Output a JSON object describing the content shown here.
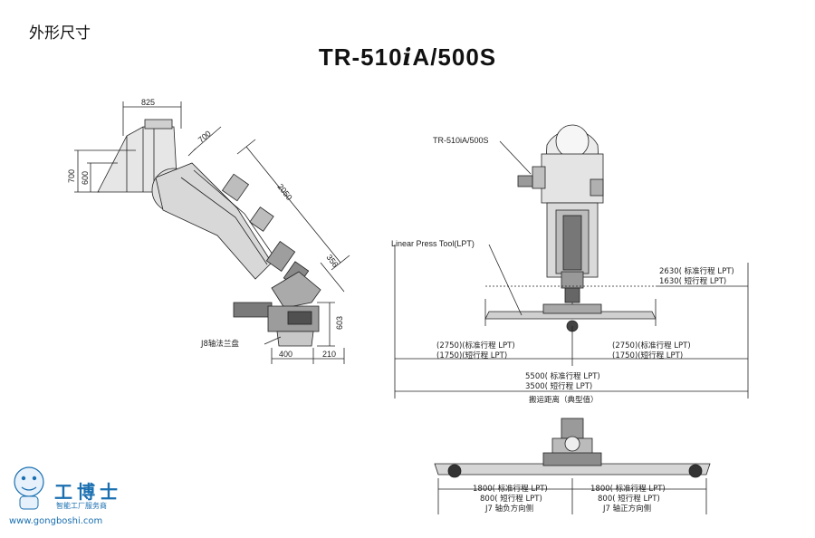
{
  "header": {
    "section_title": "外形尺寸",
    "model_prefix": "TR-510",
    "model_italic": "i",
    "model_suffix": "A/500S"
  },
  "left_view": {
    "dim_825": "825",
    "dim_700_top": "700",
    "dim_700_left": "700",
    "dim_600": "600",
    "dim_2050": "2050",
    "dim_356": "356",
    "dim_603": "603",
    "dim_400": "400",
    "dim_210": "210",
    "label_flange": "J8轴法兰盘"
  },
  "right_view": {
    "label_model": "TR-510iA/500S",
    "label_lpt": "Linear Press Tool(LPT)",
    "dim_2630": "2630( 标准行程 LPT)",
    "dim_1630": "1630( 短行程 LPT)",
    "dim_left_2750": "(2750)(标准行程 LPT)",
    "dim_left_1750": "(1750)(短行程 LPT)",
    "dim_right_2750": "(2750)(标准行程 LPT)",
    "dim_right_1750": "(1750)(短行程 LPT)",
    "dim_5500": "5500( 标准行程 LPT)",
    "dim_3500": "3500( 短行程 LPT)",
    "label_travel": "搬运距离（典型值）"
  },
  "bottom_view": {
    "left_1800": "1800( 标准行程 LPT)",
    "left_800": "800( 短行程 LPT)",
    "left_side": "J7 轴负方向侧",
    "right_1800": "1800( 标准行程 LPT)",
    "right_800": "800( 短行程 LPT)",
    "right_side": "J7 轴正方向侧"
  },
  "watermark": {
    "brand": "工博士",
    "tagline": "智能工厂服务商",
    "url": "www.gongboshi.com"
  },
  "colors": {
    "line": "#222222",
    "fill_gray": "#d8d8d8",
    "dark": "#333333",
    "brand": "#1a6fb0"
  }
}
